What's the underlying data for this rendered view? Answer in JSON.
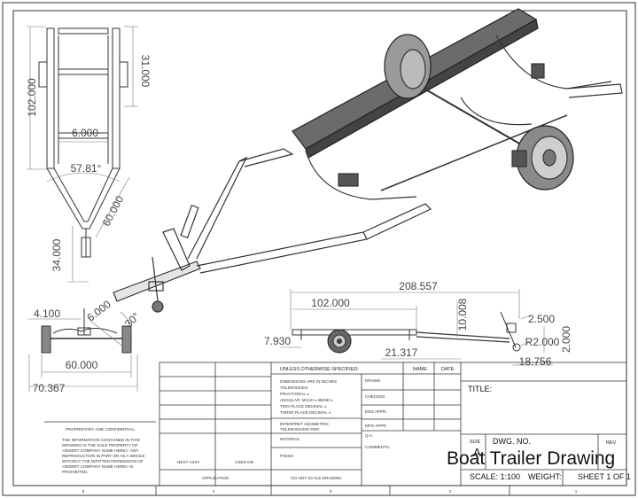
{
  "dimensions": {
    "front_height": "102.000",
    "front_upper": "31.000",
    "front_width": "6.000",
    "front_angle": "57.81°",
    "front_diag": "60.000",
    "front_tongue": "34.000",
    "rear_offset": "4.100",
    "rear_diag": "6.000",
    "rear_angle": "30°",
    "rear_width": "60.000",
    "rear_overall": "70.367",
    "side_overall": "208.557",
    "side_length": "102.000",
    "side_height": "10.008",
    "side_offset_left": "7.930",
    "side_axle": "21.317",
    "side_r1": "2.500",
    "side_r2": "R2.000",
    "side_h2": "2.000",
    "side_tongue": "18.756"
  },
  "title_block": {
    "unless_specified": "UNLESS OTHERWISE SPECIFIED:",
    "name": "NAME",
    "date": "DATE",
    "dims_inches": "DIMENSIONS ARE IN INCHES",
    "tolerances": "TOLERANCES:",
    "fractional": "FRACTIONAL ±",
    "angular": "ANGULAR: MACH ±   BEND ±",
    "two_place": "TWO PLACE DECIMAL    ±",
    "three_place": "THREE PLACE DECIMAL  ±",
    "drawn": "DRAWN",
    "checked": "CHECKED",
    "eng_appr": "ENG APPR.",
    "mfg_appr": "MFG APPR.",
    "qa": "Q.A.",
    "comments": "COMMENTS:",
    "interpret": "INTERPRET GEOMETRIC",
    "tolerancing": "TOLERANCING PER:",
    "material": "MATERIAL",
    "finish": "FINISH",
    "next_assy": "NEXT ASSY",
    "used_on": "USED ON",
    "application": "APPLICATION",
    "do_not_scale": "DO NOT SCALE DRAWING",
    "title_label": "TITLE:",
    "size_label": "SIZE",
    "size_value": "A",
    "dwg_no": "DWG.  NO.",
    "rev": "REV",
    "drawing_title": "Boat Trailer Drawing",
    "scale": "SCALE: 1:100",
    "weight": "WEIGHT:",
    "sheet": "SHEET 1 OF 1"
  },
  "proprietary": {
    "heading": "PROPRIETARY AND CONFIDENTIAL",
    "line1": "THE INFORMATION CONTAINED IN THIS",
    "line2": "DRAWING IS THE SOLE PROPERTY OF",
    "line3": "<INSERT COMPANY NAME HERE>.  ANY",
    "line4": "REPRODUCTION IN PART OR AS A WHOLE",
    "line5": "WITHOUT THE WRITTEN PERMISSION OF",
    "line6": "<INSERT COMPANY NAME HERE> IS",
    "line7": "PROHIBITED."
  },
  "zones": [
    "5",
    "4",
    "3",
    "2",
    "1"
  ]
}
